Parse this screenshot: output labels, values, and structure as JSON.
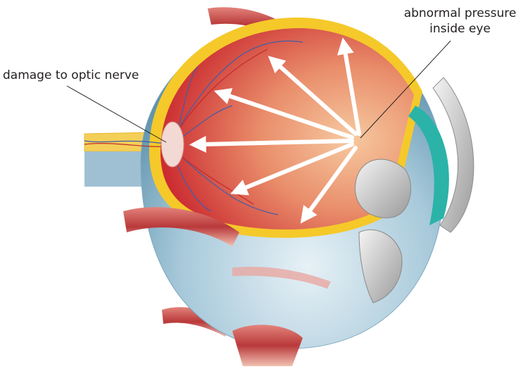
{
  "labels": {
    "optic_nerve": "damage to optic nerve",
    "pressure_line1": "abnormal pressure",
    "pressure_line2": "inside eye"
  },
  "colors": {
    "interior": "#d9473a",
    "interior_light": "#f0b38c",
    "sclera_blue": "#9cc3d6",
    "retina_yellow": "#f5c92a",
    "muscle": "#c9504c",
    "cornea_teal": "#2bb3a8",
    "arrow": "#ffffff"
  }
}
